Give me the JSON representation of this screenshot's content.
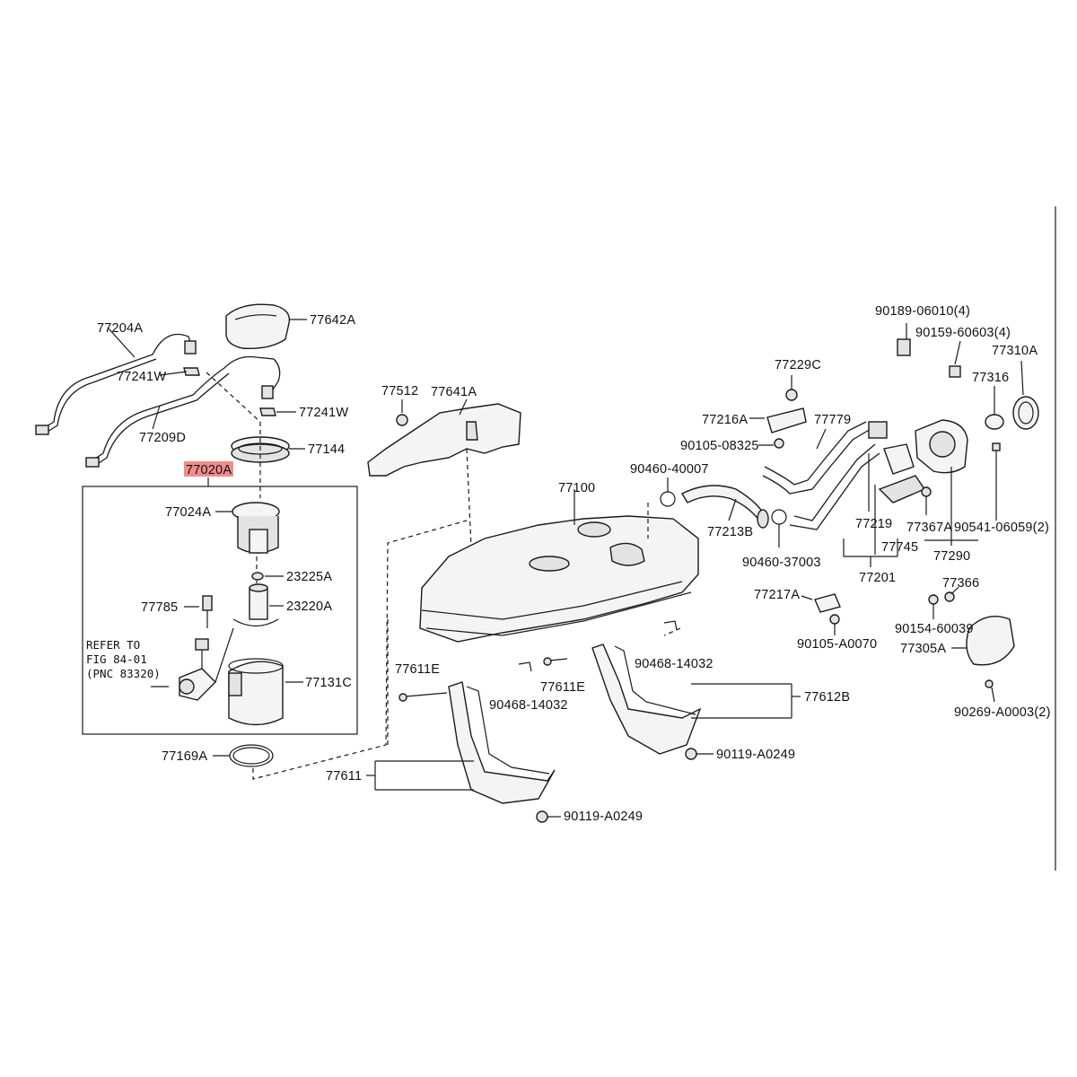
{
  "highlight_color": "#f28b8b",
  "note": {
    "line1": "REFER TO",
    "line2": "FIG 84-01",
    "line3": "(PNC 83320)"
  },
  "labels": {
    "p77204A": "77204A",
    "p77642A": "77642A",
    "p77241W_a": "77241W",
    "p77241W_b": "77241W",
    "p77209D": "77209D",
    "p77144": "77144",
    "p77020A": "77020A",
    "p77024A": "77024A",
    "p23225A": "23225A",
    "p23220A": "23220A",
    "p77785": "77785",
    "p77131C": "77131C",
    "p77169A": "77169A",
    "p77512": "77512",
    "p77641A": "77641A",
    "p77100": "77100",
    "p90460_40007": "90460-40007",
    "p77213B": "77213B",
    "p90460_37003": "90460-37003",
    "p77229C": "77229C",
    "p77216A": "77216A",
    "p90105_08325": "90105-08325",
    "p77779": "77779",
    "p77219": "77219",
    "p77745": "77745",
    "p77201": "77201",
    "p77217A": "77217A",
    "p90105_A0070": "90105-A0070",
    "p90189": "90189-06010(4)",
    "p90159": "90159-60603(4)",
    "p77310A": "77310A",
    "p77316": "77316",
    "p77367A": "77367A",
    "p90541": "90541-06059(2)",
    "p77290": "77290",
    "p77366": "77366",
    "p90154": "90154-60039",
    "p77305A": "77305A",
    "p90269": "90269-A0003(2)",
    "p77611E_a": "77611E",
    "p77611E_b": "77611E",
    "p90468_a": "90468-14032",
    "p90468_b": "90468-14032",
    "p77612B": "77612B",
    "p77611": "77611",
    "p90119_a": "90119-A0249",
    "p90119_b": "90119-A0249"
  }
}
